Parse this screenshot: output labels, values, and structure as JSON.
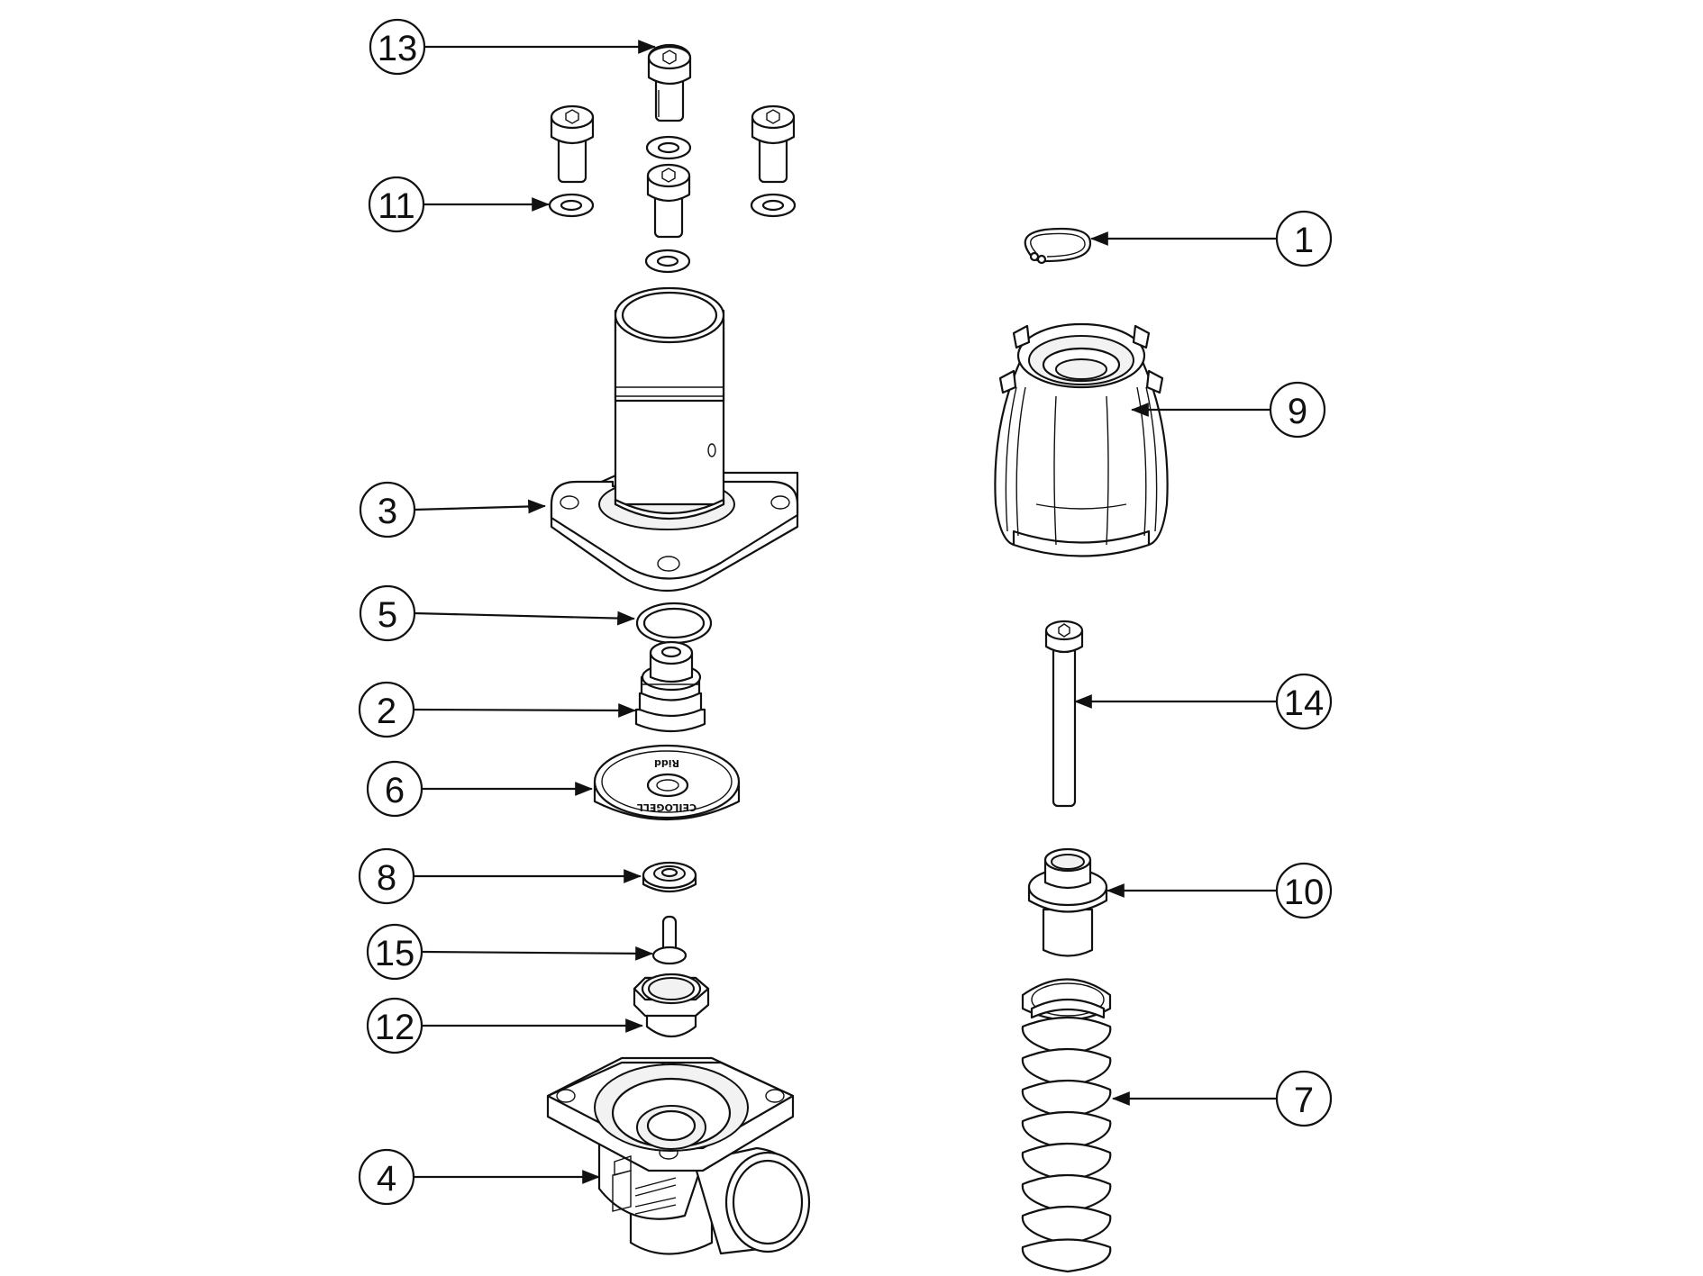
{
  "diagram": {
    "callouts": [
      {
        "id": "13",
        "label": "13"
      },
      {
        "id": "11",
        "label": "11"
      },
      {
        "id": "3",
        "label": "3"
      },
      {
        "id": "5",
        "label": "5"
      },
      {
        "id": "2",
        "label": "2"
      },
      {
        "id": "6",
        "label": "6"
      },
      {
        "id": "8",
        "label": "8"
      },
      {
        "id": "15",
        "label": "15"
      },
      {
        "id": "12",
        "label": "12"
      },
      {
        "id": "4",
        "label": "4"
      },
      {
        "id": "1",
        "label": "1"
      },
      {
        "id": "9",
        "label": "9"
      },
      {
        "id": "14",
        "label": "14"
      },
      {
        "id": "10",
        "label": "10"
      },
      {
        "id": "7",
        "label": "7"
      }
    ],
    "diaphragm_marking_top": "Ridd",
    "diaphragm_marking_bottom": "CEILOGELL"
  },
  "colors": {
    "stroke": "#111111",
    "background": "#ffffff"
  }
}
